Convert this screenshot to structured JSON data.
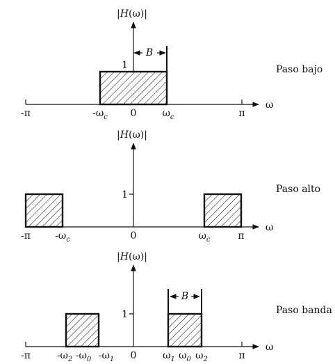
{
  "panels": [
    {
      "ylabel_pre": "|",
      "ylabel_H": "H",
      "ylabel_post": "(ω)|",
      "y_tick": "1",
      "side_label": "Paso bajo",
      "x_axis_symbol": "ω",
      "bandwidth_label": "B",
      "x_ticks": [
        {
          "main": "-π",
          "sub": ""
        },
        {
          "main": "-ω",
          "sub": "c"
        },
        {
          "main": "0",
          "sub": ""
        },
        {
          "main": "ω",
          "sub": "c"
        },
        {
          "main": "π",
          "sub": ""
        }
      ]
    },
    {
      "ylabel_pre": "|",
      "ylabel_H": "H",
      "ylabel_post": "(ω)|",
      "y_tick": "1",
      "side_label": "Paso alto",
      "x_axis_symbol": "ω",
      "x_ticks": [
        {
          "main": "-π",
          "sub": ""
        },
        {
          "main": "-ω",
          "sub": "c"
        },
        {
          "main": "0",
          "sub": ""
        },
        {
          "main": "ω",
          "sub": "c"
        },
        {
          "main": "π",
          "sub": ""
        }
      ]
    },
    {
      "ylabel_pre": "|",
      "ylabel_H": "H",
      "ylabel_post": "(ω)|",
      "y_tick": "1",
      "side_label": "Paso banda",
      "x_axis_symbol": "ω",
      "bandwidth_label": "B",
      "x_ticks": [
        {
          "main": "-π",
          "sub": ""
        },
        {
          "main": "-ω",
          "sub": "2"
        },
        {
          "main": "-ω",
          "sub": "0"
        },
        {
          "main": "-ω",
          "sub": "1"
        },
        {
          "main": "0",
          "sub": ""
        },
        {
          "main": "ω",
          "sub": "1"
        },
        {
          "main": "ω",
          "sub": "0"
        },
        {
          "main": "ω",
          "sub": "2"
        },
        {
          "main": "π",
          "sub": ""
        }
      ]
    }
  ]
}
